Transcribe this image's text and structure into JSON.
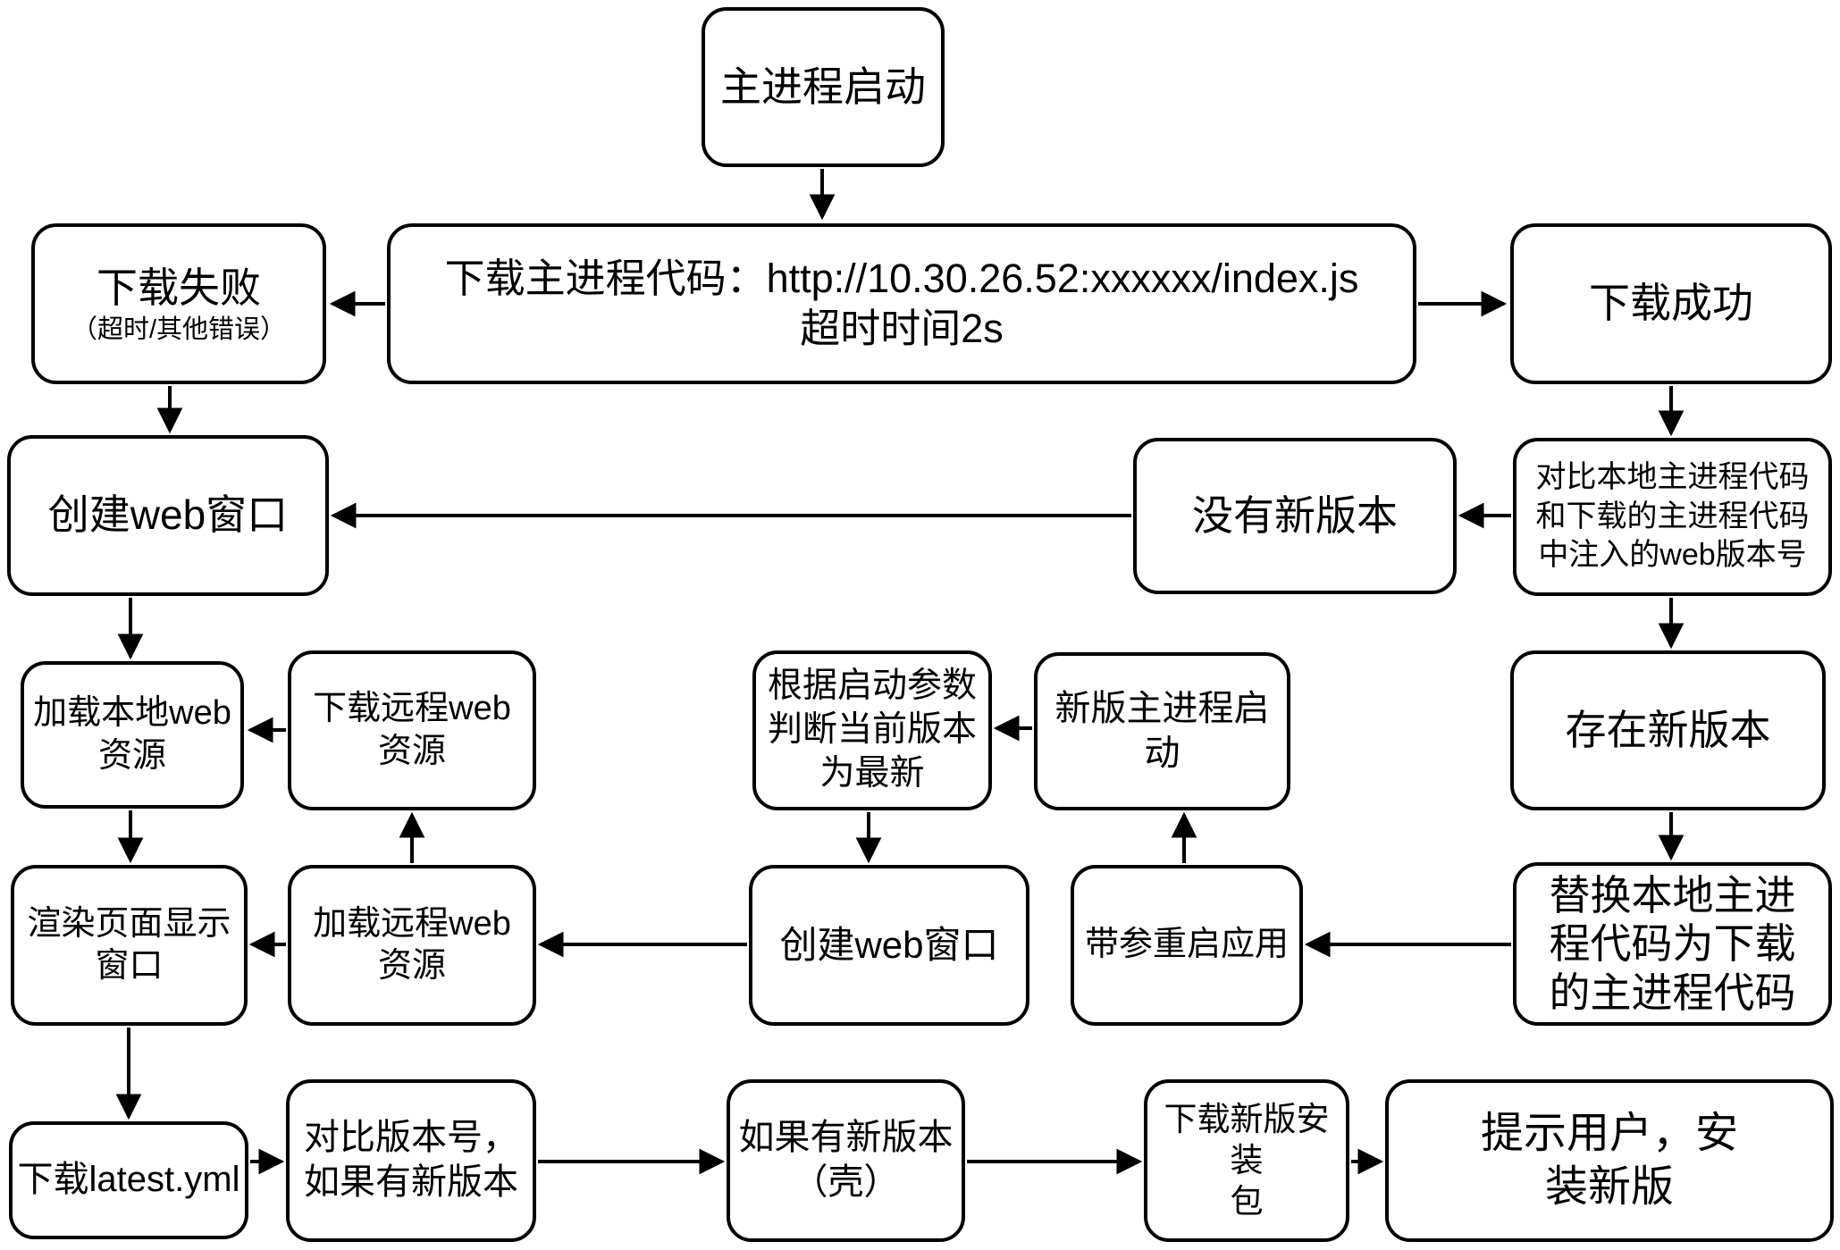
{
  "colors": {
    "line": "#000000",
    "box_border": "#000000",
    "box_fill": "#ffffff",
    "text": "#000000"
  },
  "nodes": {
    "main_start": {
      "label": "主进程启动"
    },
    "download_fail": {
      "label": "下载失败",
      "sublabel": "（超时/其他错误）"
    },
    "download_main": {
      "label": "下载主进程代码：http://10.30.26.52:xxxxxx/index.js\n超时时间2s"
    },
    "download_success": {
      "label": "下载成功"
    },
    "create_web_window_local": {
      "label": "创建web窗口"
    },
    "no_new_version": {
      "label": "没有新版本"
    },
    "compare_injected_version": {
      "label": "对比本地主进程代码\n和下载的主进程代码\n中注入的web版本号"
    },
    "load_local_web": {
      "label": "加载本地web\n资源"
    },
    "download_remote_web": {
      "label": "下载远程web\n资源"
    },
    "judge_current_latest": {
      "label": "根据启动参数\n判断当前版本\n为最新"
    },
    "new_main_start": {
      "label": "新版主进程启\n动"
    },
    "new_version_exists": {
      "label": "存在新版本"
    },
    "render_page_window": {
      "label": "渲染页面显示\n窗口"
    },
    "load_remote_web": {
      "label": "加载远程web\n资源"
    },
    "create_web_window_remote": {
      "label": "创建web窗口"
    },
    "restart_with_args": {
      "label": "带参重启应用"
    },
    "replace_local_code": {
      "label": "替换本地主进\n程代码为下载\n的主进程代码"
    },
    "download_latest_yml": {
      "label": "下载latest.yml"
    },
    "compare_version_number": {
      "label": "对比版本号，\n如果有新版本"
    },
    "new_version_shell": {
      "label": "如果有新版本\n（壳）"
    },
    "download_installer": {
      "label": "下载新版安装\n包"
    },
    "prompt_install": {
      "label": "提示用户，安\n装新版"
    }
  },
  "edges": [
    {
      "from": "main_start",
      "to": "download_main"
    },
    {
      "from": "download_main",
      "to": "download_fail"
    },
    {
      "from": "download_main",
      "to": "download_success"
    },
    {
      "from": "download_fail",
      "to": "create_web_window_local"
    },
    {
      "from": "download_success",
      "to": "compare_injected_version"
    },
    {
      "from": "compare_injected_version",
      "to": "no_new_version"
    },
    {
      "from": "no_new_version",
      "to": "create_web_window_local"
    },
    {
      "from": "compare_injected_version",
      "to": "new_version_exists"
    },
    {
      "from": "create_web_window_local",
      "to": "load_local_web"
    },
    {
      "from": "download_remote_web",
      "to": "load_local_web"
    },
    {
      "from": "new_main_start",
      "to": "judge_current_latest"
    },
    {
      "from": "new_version_exists",
      "to": "replace_local_code"
    },
    {
      "from": "judge_current_latest",
      "to": "create_web_window_remote"
    },
    {
      "from": "load_local_web",
      "to": "render_page_window"
    },
    {
      "from": "load_remote_web",
      "to": "download_remote_web"
    },
    {
      "from": "restart_with_args",
      "to": "new_main_start"
    },
    {
      "from": "replace_local_code",
      "to": "restart_with_args"
    },
    {
      "from": "create_web_window_remote",
      "to": "load_remote_web"
    },
    {
      "from": "load_remote_web",
      "to": "render_page_window"
    },
    {
      "from": "render_page_window",
      "to": "download_latest_yml"
    },
    {
      "from": "download_latest_yml",
      "to": "compare_version_number"
    },
    {
      "from": "compare_version_number",
      "to": "new_version_shell"
    },
    {
      "from": "new_version_shell",
      "to": "download_installer"
    },
    {
      "from": "download_installer",
      "to": "prompt_install"
    }
  ]
}
